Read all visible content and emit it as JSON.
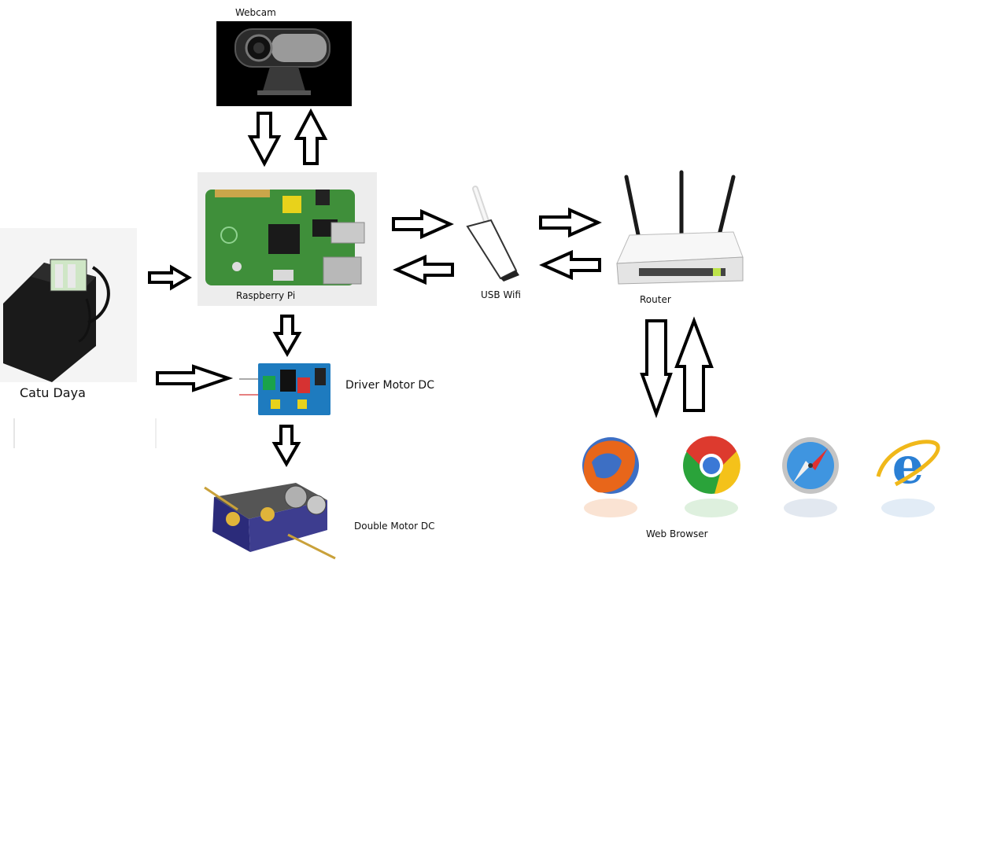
{
  "labels": {
    "webcam": "Webcam",
    "raspberry_pi": "Raspberry Pi",
    "usb_wifi": "USB Wifi",
    "router": "Router",
    "catu_daya": "Catu Daya",
    "driver_motor": "Driver Motor DC",
    "double_motor": "Double Motor DC",
    "web_browser": "Web Browser"
  },
  "icons": {
    "webcam": "webcam-icon",
    "raspberry_pi": "raspberry-pi-board-icon",
    "usb_wifi": "usb-wifi-adapter-icon",
    "router": "wifi-router-icon",
    "power_supply": "battery-pack-icon",
    "motor_driver": "motor-driver-board-icon",
    "gear_motor": "double-gearbox-motor-icon",
    "browsers": [
      "firefox-icon",
      "chrome-icon",
      "safari-icon",
      "internet-explorer-icon"
    ]
  },
  "colors": {
    "arrow_stroke": "#000000",
    "arrow_fill": "#ffffff",
    "pcb_green": "#3f8f3a",
    "driver_blue": "#1e7bbf",
    "router_white": "#f2f2f2"
  }
}
